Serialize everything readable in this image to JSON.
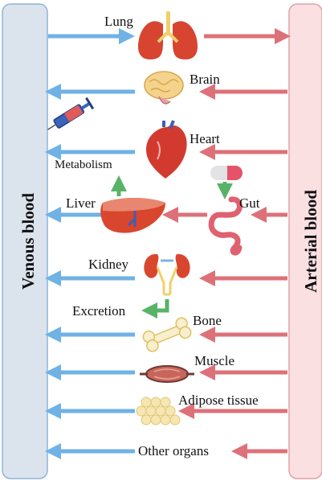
{
  "venous_label": "Venous blood",
  "arterial_label": "Arterial blood",
  "organs": {
    "lung": "Lung",
    "brain": "Brain",
    "heart": "Heart",
    "liver": "Liver",
    "gut": "Gut",
    "kidney": "Kidney",
    "bone": "Bone",
    "muscle": "Muscle",
    "adipose": "Adipose tissue",
    "other": "Other organs"
  },
  "processes": {
    "metabolism": "Metabolism",
    "excretion": "Excretion"
  },
  "colors": {
    "venous_fill": "#dbe3ec",
    "venous_border": "#8fb4dc",
    "arterial_fill": "#fbe0e2",
    "arterial_border": "#e0a2a8",
    "venous_arrow": "#6fb2e6",
    "arterial_arrow": "#dd7179",
    "process_arrow": "#58b368"
  }
}
